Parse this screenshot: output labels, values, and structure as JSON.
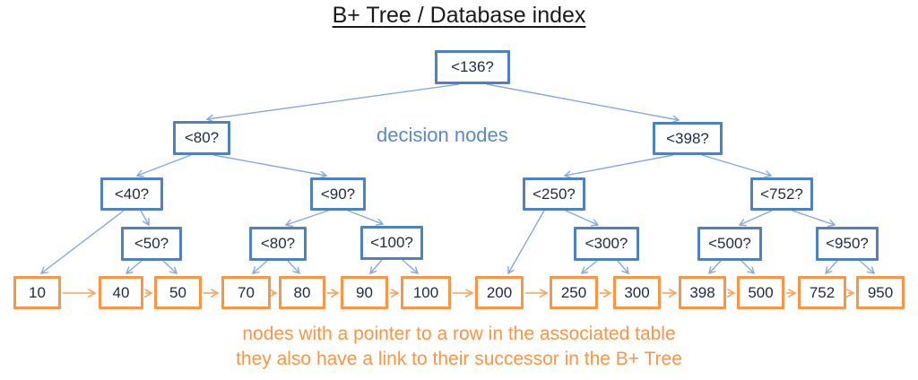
{
  "title": "B+ Tree / Database index",
  "labels": {
    "decision_nodes_annotation": "decision nodes",
    "caption_line1": "nodes with a pointer to a row in the associated table",
    "caption_line2": "they also have a link to their successor in the B+ Tree"
  },
  "colors": {
    "decision_box_border": "#4f81bd",
    "decision_edge_arrow": "#85aad8",
    "decision_annotation_text": "#5b8ac2",
    "leaf_box_border": "#f79646",
    "leaf_successor_arrow": "#f9a45c",
    "caption_text": "#f79646",
    "node_text": "#1f2a40",
    "title_text": "#1a1a1a"
  },
  "tree": {
    "decision_nodes": [
      {
        "label": "<136?",
        "level": 1,
        "children": [
          "<80?",
          "<398?"
        ]
      },
      {
        "label": "<80?",
        "level": 2,
        "children": [
          "<40?",
          "<90?"
        ]
      },
      {
        "label": "<398?",
        "level": 2,
        "children": [
          "<250?",
          "<752?"
        ]
      },
      {
        "label": "<40?",
        "level": 3,
        "children": [
          "10",
          "<50?"
        ]
      },
      {
        "label": "<90?",
        "level": 3,
        "children": [
          "<80?",
          "<100?"
        ]
      },
      {
        "label": "<250?",
        "level": 3,
        "children": [
          "200",
          "<300?"
        ]
      },
      {
        "label": "<752?",
        "level": 3,
        "children": [
          "<500?",
          "<950?"
        ]
      },
      {
        "label": "<50?",
        "level": 4,
        "children": [
          "40",
          "50"
        ]
      },
      {
        "label": "<80?",
        "level": 4,
        "children": [
          "70",
          "80"
        ]
      },
      {
        "label": "<100?",
        "level": 4,
        "children": [
          "90",
          "100"
        ]
      },
      {
        "label": "<300?",
        "level": 4,
        "children": [
          "250",
          "300"
        ]
      },
      {
        "label": "<500?",
        "level": 4,
        "children": [
          "398",
          "500"
        ]
      },
      {
        "label": "<950?",
        "level": 4,
        "children": [
          "752",
          "950"
        ]
      }
    ],
    "leaf_nodes": [
      {
        "label": "10"
      },
      {
        "label": "40"
      },
      {
        "label": "50"
      },
      {
        "label": "70"
      },
      {
        "label": "80"
      },
      {
        "label": "90"
      },
      {
        "label": "100"
      },
      {
        "label": "200"
      },
      {
        "label": "250"
      },
      {
        "label": "300"
      },
      {
        "label": "398"
      },
      {
        "label": "500"
      },
      {
        "label": "752"
      },
      {
        "label": "950"
      }
    ],
    "successor_chain": "10 → 40 → 50 → 70 → 80 → 90 → 100 → 200 → 250 → 300 → 398 → 500 → 752 → 950"
  }
}
